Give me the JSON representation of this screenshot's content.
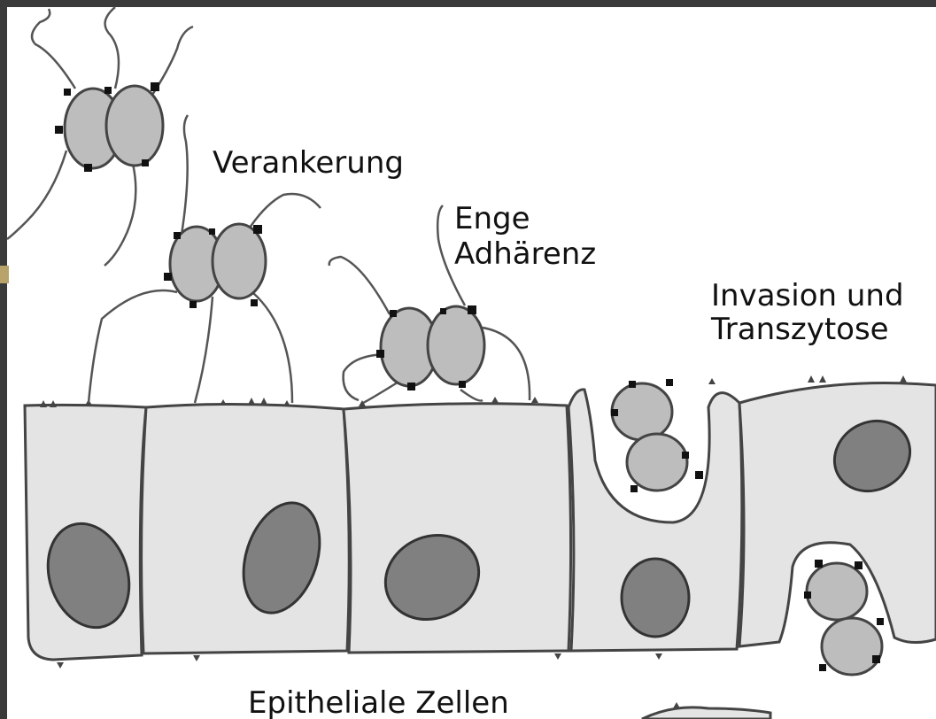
{
  "labels": {
    "anchoring": "Verankerung",
    "tight_adherence_line1": "Enge",
    "tight_adherence_line2": "Adhärenz",
    "invasion_line1": "Invasion und",
    "invasion_line2": "Transzytose",
    "epithelial": "Epitheliale Zellen"
  },
  "colors": {
    "frame": "#3a3a3a",
    "background": "#ffffff",
    "cell_fill": "#e4e4e4",
    "nucleus_fill": "#808080",
    "bacterium_fill": "#bdbdbd",
    "bacterium_rim": "#7a7a7a",
    "outline": "#444444",
    "pilus": "#555555",
    "marker": "#111111"
  }
}
